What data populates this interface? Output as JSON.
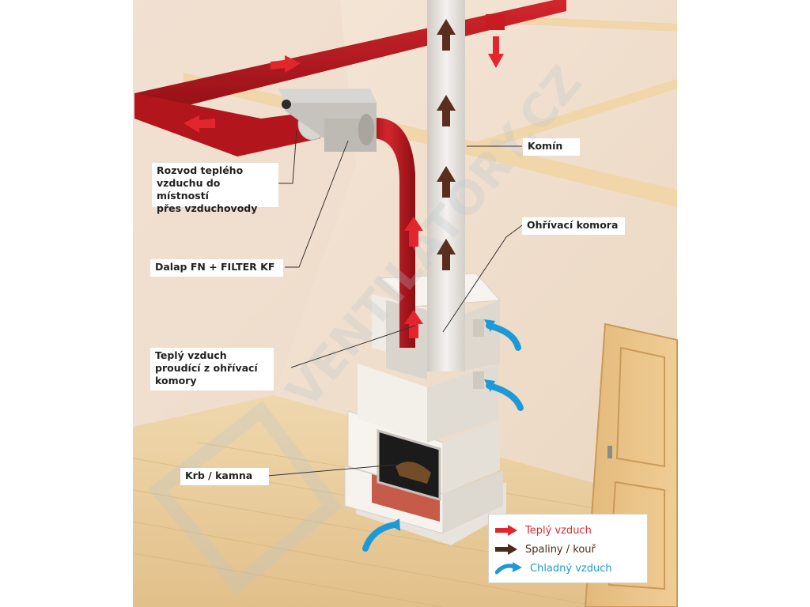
{
  "callouts": {
    "warm_air_distribution": [
      "Rozvod teplého",
      "vzduchu do místností",
      "přes vzduchovody"
    ],
    "unit": "Dalap FN + FILTER KF",
    "chimney": "Komín",
    "heating_chamber": "Ohřívací komora",
    "warm_air_from_chamber": [
      "Teplý vzduch",
      "proudící z ohřívací",
      "komory"
    ],
    "fireplace": "Krb / kamna"
  },
  "legend": {
    "items": [
      {
        "label": "Teplý vzduch",
        "color": "#e3262e",
        "icon": "red-arrow-icon"
      },
      {
        "label": "Spaliny / kouř",
        "color": "#4b2a1c",
        "icon": "brown-arrow-icon"
      },
      {
        "label": "Chladný vzduch",
        "color": "#1d9ad6",
        "icon": "blue-curved-arrow-icon"
      }
    ]
  },
  "watermark": "VENTILATORY.CZ",
  "colors": {
    "wall": "#f1dfcf",
    "floor": "#e9cf9f",
    "duct": "#c0141c",
    "chimney": "#eeeae6",
    "warm_air": "#e3262e",
    "smoke": "#4b2a1c",
    "cold_air": "#1d9ad6"
  }
}
